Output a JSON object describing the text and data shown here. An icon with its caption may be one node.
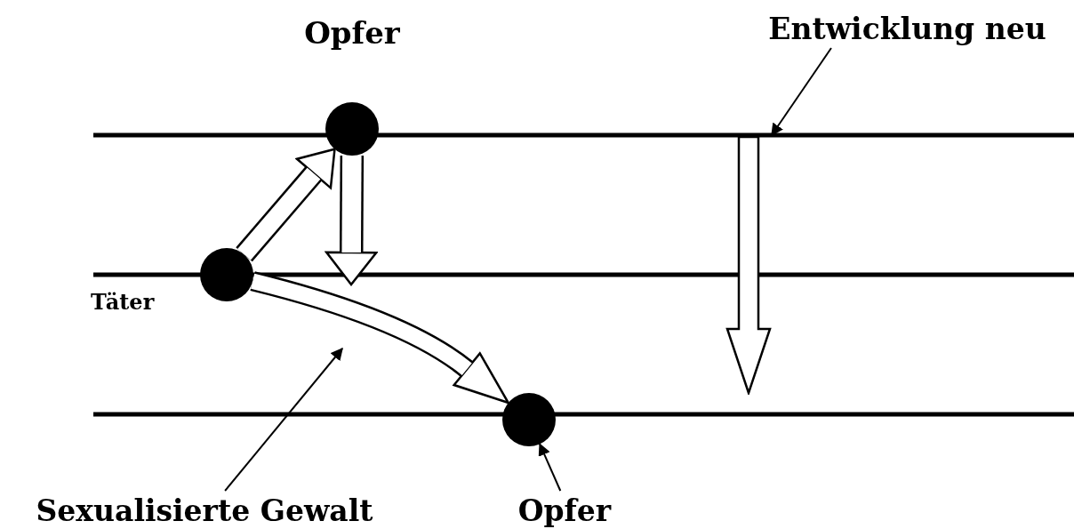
{
  "diagram": {
    "nodes": [
      {
        "text": [],
        "shape": "circle",
        "beside": [
          "Opfer"
        ]
      },
      {
        "text": [],
        "shape": "circle",
        "beside": [
          "Täter"
        ]
      },
      {
        "text": [],
        "shape": "circle"
      },
      {
        "text": [
          "Opfer"
        ]
      },
      {
        "text": [
          "Entwicklung neu"
        ]
      },
      {
        "text": [],
        "shape": "arrow"
      },
      {
        "text": [
          "Sexualisierte Gewalt"
        ]
      }
    ],
    "edges": [
      {
        "from": 1,
        "to": 0,
        "arrow": "to",
        "style": "thick"
      },
      {
        "from": 0,
        "to": null,
        "arrow": "to",
        "style": "thick"
      },
      {
        "from": 1,
        "to": 2,
        "arrow": "to",
        "style": "thick"
      },
      {
        "from": 4,
        "to": 5,
        "arrow": "to"
      },
      {
        "from": 6,
        "to": null,
        "arrow": "to"
      },
      {
        "from": 3,
        "to": 2,
        "arrow": "to"
      }
    ]
  }
}
